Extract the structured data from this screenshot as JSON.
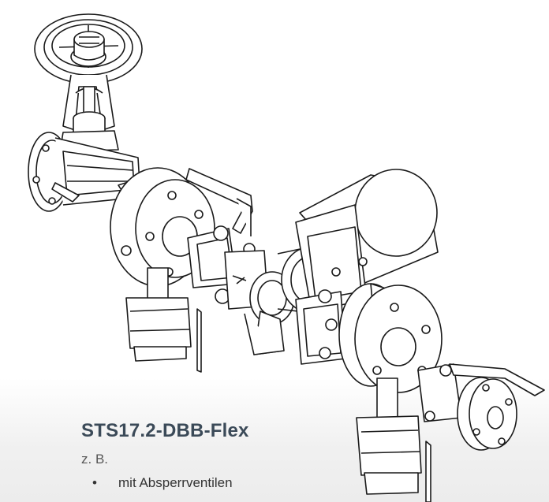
{
  "product": {
    "title": "STS17.2-DBB-Flex",
    "subtitle": "z. B.",
    "bullet_glyph": "•",
    "bullets": [
      "mit Absperrventilen"
    ]
  },
  "drawing": {
    "style": "black line art isometric piping assembly",
    "stroke_color": "#1a1a1a",
    "fill_color": "#ffffff",
    "caption_title_color": "#3b4a58"
  }
}
